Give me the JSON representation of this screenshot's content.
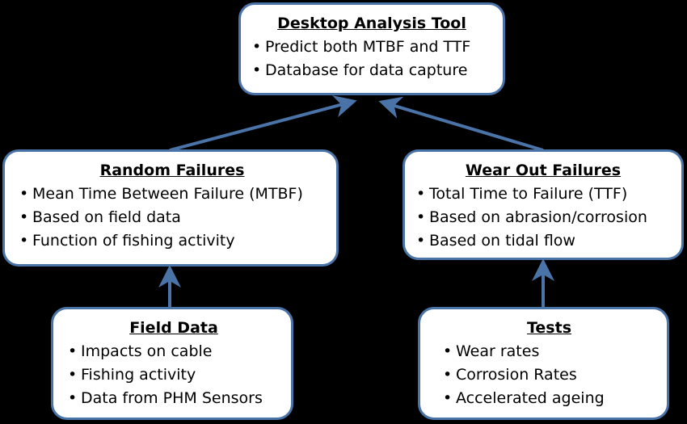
{
  "colors": {
    "background": "#000000",
    "box_fill": "#ffffff",
    "box_border": "#4a73a8",
    "arrow": "#4a73a8"
  },
  "boxes": {
    "desktop": {
      "title": "Desktop Analysis Tool",
      "items": [
        "Predict both MTBF and TTF",
        "Database for data capture"
      ]
    },
    "random": {
      "title": "Random Failures",
      "items": [
        "Mean Time Between Failure (MTBF)",
        "Based on field data",
        "Function of fishing activity"
      ]
    },
    "wear": {
      "title": "Wear Out Failures",
      "items": [
        "Total Time to Failure (TTF)",
        "Based on abrasion/corrosion",
        "Based on tidal flow"
      ]
    },
    "field": {
      "title": "Field Data",
      "items": [
        "Impacts on cable",
        "Fishing activity",
        "Data from PHM Sensors"
      ]
    },
    "tests": {
      "title": "Tests",
      "items": [
        "Wear rates",
        "Corrosion Rates",
        "Accelerated ageing"
      ]
    }
  }
}
